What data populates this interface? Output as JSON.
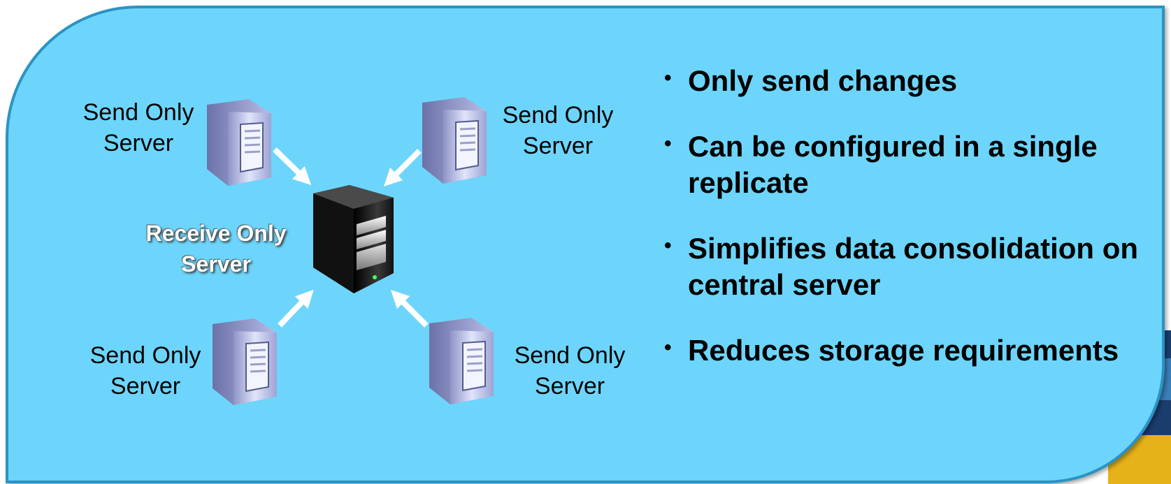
{
  "diagram": {
    "send_servers": [
      {
        "line1": "Send Only",
        "line2": "Server"
      },
      {
        "line1": "Send Only",
        "line2": "Server"
      },
      {
        "line1": "Send Only",
        "line2": "Server"
      },
      {
        "line1": "Send Only",
        "line2": "Server"
      }
    ],
    "receive_server": {
      "line1": "Receive Only",
      "line2": "Server"
    }
  },
  "bullets": [
    "Only send changes",
    "Can be configured in a single replicate",
    "Simplifies data consolidation on central server",
    "Reduces storage requirements"
  ],
  "colors": {
    "panel": "#6dd5fb",
    "panel_border": "#2a93c4",
    "arrow": "#ffffff",
    "server_light": "#c8cdf0",
    "server_dark": "#1a1a1a"
  }
}
